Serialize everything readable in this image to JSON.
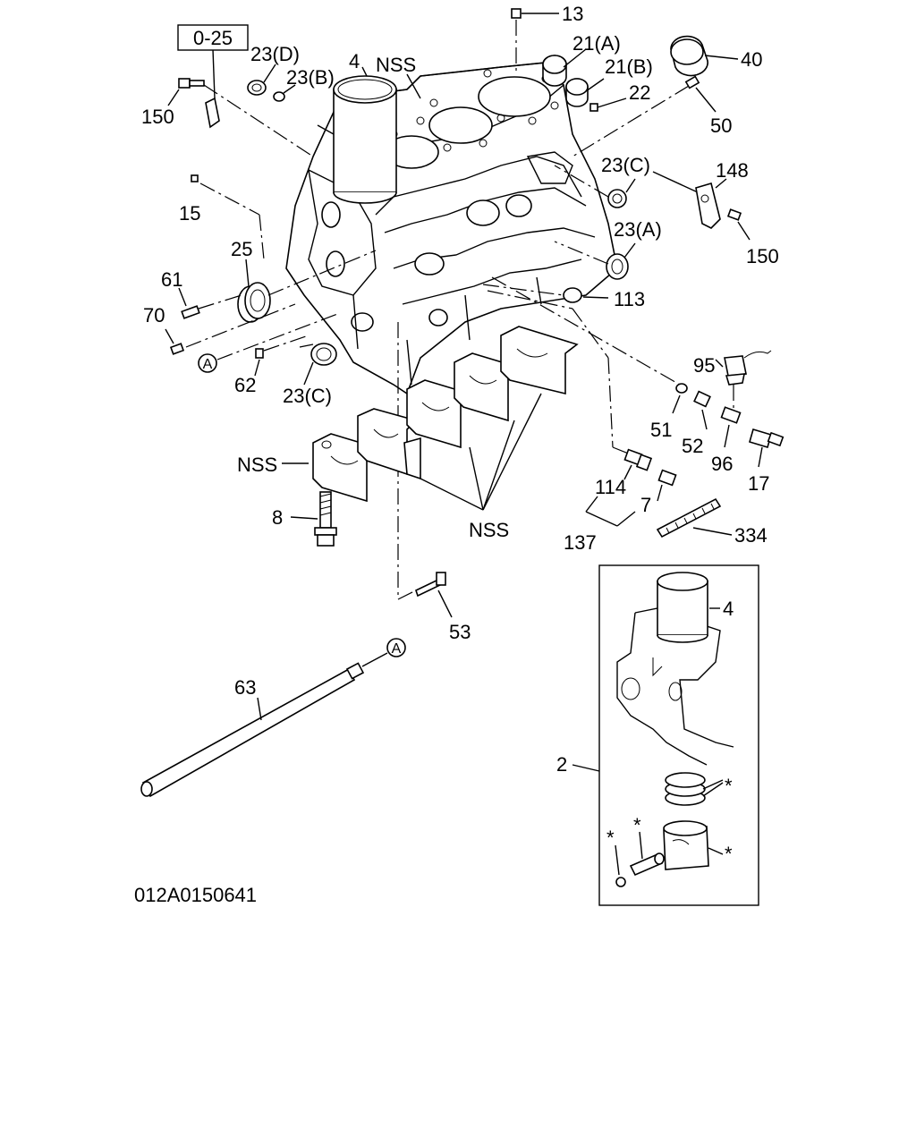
{
  "labels": {
    "ref_box": "0-25",
    "p13": "13",
    "p21a": "21(A)",
    "p40": "40",
    "p23d": "23(D)",
    "p4_top": "4",
    "nss_top": "NSS",
    "p21b": "21(B)",
    "p23b": "23(B)",
    "p22": "22",
    "p150_left": "150",
    "p50": "50",
    "p23c_right": "23(C)",
    "p148": "148",
    "p15": "15",
    "p23a": "23(A)",
    "p150_right": "150",
    "p25": "25",
    "p61": "61",
    "p113": "113",
    "p70": "70",
    "p95": "95",
    "circle_a_left": "A",
    "p62": "62",
    "p23c_left": "23(C)",
    "p51": "51",
    "p52": "52",
    "p96": "96",
    "p17": "17",
    "nss_left": "NSS",
    "p114": "114",
    "p7": "7",
    "p8": "8",
    "nss_bottom": "NSS",
    "p137": "137",
    "p334": "334",
    "p53": "53",
    "p4_inset": "4",
    "circle_a_bottom": "A",
    "p63": "63",
    "p2": "2",
    "star1": "*",
    "star2": "*",
    "star3": "*",
    "star4": "*",
    "figure_code": "012A0150641"
  }
}
